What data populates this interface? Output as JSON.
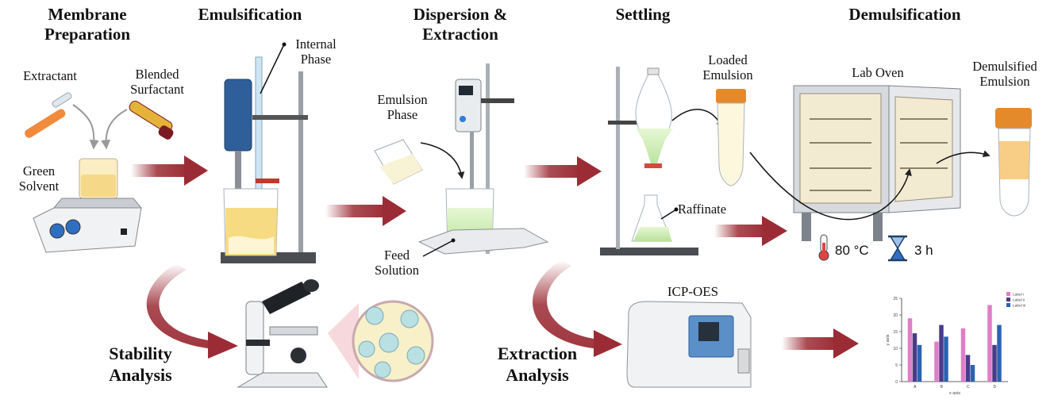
{
  "steps": {
    "membrane": "Membrane Preparation",
    "emulsification": "Emulsification",
    "dispersion": "Dispersion & Extraction",
    "settling": "Settling",
    "demulsification": "Demulsification"
  },
  "labels": {
    "extractant": "Extractant",
    "blended_surfactant": "Blended Surfactant",
    "green_solvent": "Green Solvent",
    "internal_phase": "Internal Phase",
    "emulsion_phase": "Emulsion Phase",
    "feed_solution": "Feed Solution",
    "loaded_emulsion": "Loaded Emulsion",
    "raffinate": "Raffinate",
    "lab_oven": "Lab Oven",
    "demulsified_emulsion": "Demulsified Emulsion",
    "temperature": "80 °C",
    "time": "3 h",
    "stability_analysis": "Stability Analysis",
    "extraction_analysis": "Extraction Analysis",
    "icp_oes": "ICP-OES"
  },
  "colors": {
    "arrow": "#9b2c35",
    "chart_pink": "#e07ec8",
    "chart_purple": "#4b3a8a",
    "chart_blue": "#2c63b0"
  },
  "chart_data": {
    "type": "bar",
    "categories": [
      "A",
      "B",
      "C",
      "D"
    ],
    "series": [
      {
        "name": "Label i",
        "values": [
          19,
          12,
          16,
          23
        ]
      },
      {
        "name": "Label ii",
        "values": [
          14.5,
          17,
          8,
          11
        ]
      },
      {
        "name": "Label iii",
        "values": [
          11,
          13.5,
          5,
          17
        ]
      }
    ],
    "xlabel": "x axis",
    "ylabel": "y axis",
    "ylim": [
      0,
      25
    ],
    "yticks": [
      "0",
      "5",
      "10",
      "15",
      "20",
      "25"
    ],
    "legend": "top-right",
    "grid": false
  }
}
